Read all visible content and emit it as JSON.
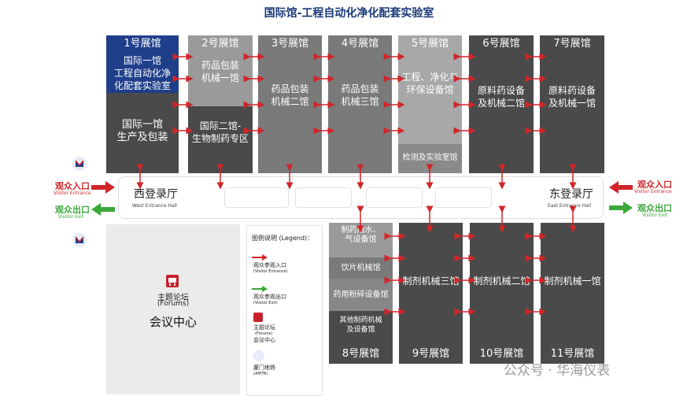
{
  "title": "国际馆-工程自动化净化配套实验室",
  "halls": {
    "h1": {
      "name": "1号展馆",
      "top": "国际一馆\n工程自动化净\n化配套实验室",
      "bottom": "国际一馆\n生产及包装"
    },
    "h2": {
      "name": "2号展馆",
      "top": "药品包装\n机械一馆",
      "bottom": "国际二馆-\n生物制药专区"
    },
    "h3": {
      "name": "3号展馆",
      "body": "药品包装\n机械二馆"
    },
    "h4": {
      "name": "4号展馆",
      "body": "药品包装\n机械三馆"
    },
    "h5": {
      "name": "5号展馆",
      "body": "工程、净化与\n环保设备馆",
      "sub": "检测及实验室馆"
    },
    "h6": {
      "name": "6号展馆",
      "body": "原料药设备\n及机械二馆"
    },
    "h7": {
      "name": "7号展馆",
      "body": "原料药设备\n及机械一馆"
    },
    "h8": {
      "name": "8号展馆",
      "sections": [
        "制药用水、\n气设备馆",
        "饮片机械馆",
        "药用粉碎设备馆",
        "其他制药机械\n及设备馆"
      ]
    },
    "h9": {
      "name": "9号展馆",
      "body": "制剂机械三馆"
    },
    "h10": {
      "name": "10号展馆",
      "body": "制剂机械二馆"
    },
    "h11": {
      "name": "11号展馆",
      "body": "制剂机械一馆"
    }
  },
  "west_hall": {
    "name": "西登录厅",
    "en": "West Entrance Hall"
  },
  "east_hall": {
    "name": "东登录厅",
    "en": "East Entrance Hall"
  },
  "west_entrance": {
    "label": "观众入口",
    "en": "Visitor Entrance"
  },
  "west_exit": {
    "label": "观众出口",
    "en": "Visitor Exit"
  },
  "east_entrance": {
    "label": "观众入口",
    "en": "Visitor Entrance"
  },
  "east_exit": {
    "label": "观众出口",
    "en": "Visitor Exit"
  },
  "conference": {
    "forum": "主题论坛",
    "forum_en": "(Forums)",
    "name": "会议中心"
  },
  "legend": {
    "title": "图例说明 (Legend)：",
    "entrance": "观众参观入口",
    "entrance_en": "(Visitor Entrance)",
    "exit": "观众参观出口",
    "exit_en": "(Visitor Exit)",
    "forum": "主题论坛",
    "forum_en": "(Forums)",
    "forum_cn": "会议中心",
    "metro": "厦门地铁",
    "metro_en": "(AMTR)"
  },
  "watermark": "公众号 · 华海仪表",
  "colors": {
    "red": "#d0262a",
    "green": "#3aa83a",
    "navy": "#1f3f8a",
    "dark": "#4a4a4a",
    "mid": "#7a7a7a",
    "light": "#9a9a9a"
  }
}
